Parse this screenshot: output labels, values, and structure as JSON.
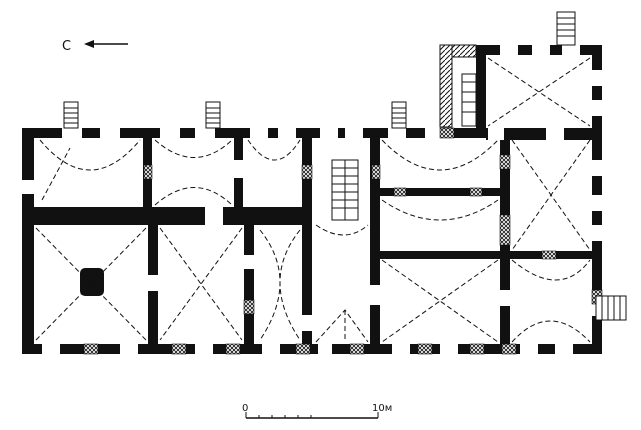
{
  "plan": {
    "north_letter": "С",
    "scale": {
      "start_label": "0",
      "end_label": "10м"
    }
  }
}
